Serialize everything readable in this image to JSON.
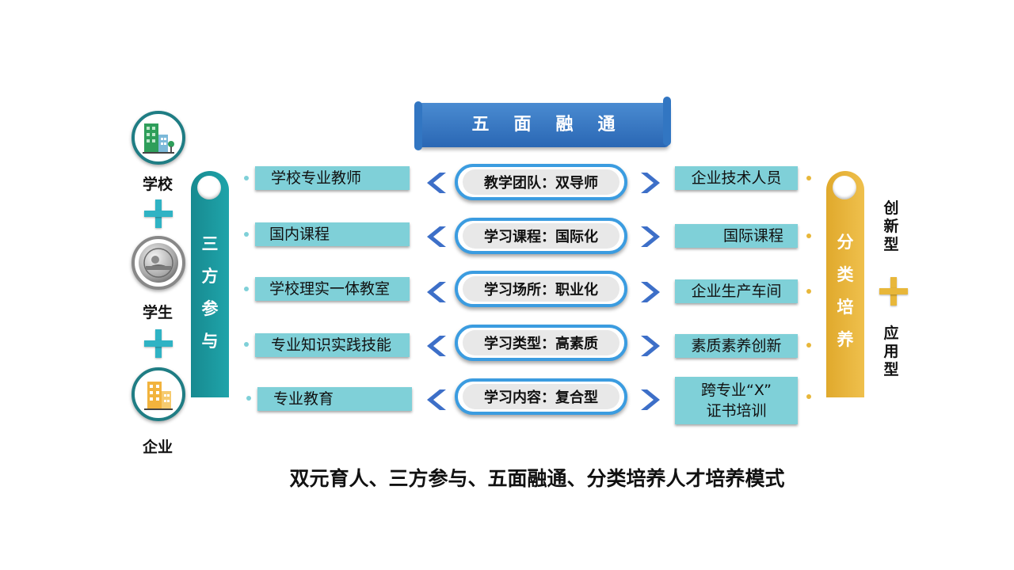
{
  "banner": "五面融通",
  "entities": {
    "school": "学校",
    "student": "学生",
    "enterprise": "企业"
  },
  "left_pillar": [
    "三",
    "方",
    "参",
    "与"
  ],
  "right_pillar": [
    "分",
    "类",
    "培",
    "养"
  ],
  "right_words": {
    "top": [
      "创",
      "新",
      "型"
    ],
    "bottom": [
      "应",
      "用",
      "型"
    ]
  },
  "rows": [
    {
      "left": "学校专业教师",
      "center": "教学团队：双导师",
      "right": "企业技术人员"
    },
    {
      "left": "国内课程",
      "center": "学习课程：国际化",
      "right": "国际课程"
    },
    {
      "left": "学校理实一体教室",
      "center": "学习场所：职业化",
      "right": "企业生产车间"
    },
    {
      "left": "专业知识实践技能",
      "center": "学习类型：高素质",
      "right": "素质素养创新"
    },
    {
      "left": "专业教育",
      "center": "学习内容：复合型",
      "right_lines": [
        "跨专业“X”",
        "证书培训"
      ]
    }
  ],
  "caption": "双元育人、三方参与、五面融通、分类培养人才培养模式",
  "colors": {
    "teal_dark": "#1f9aa0",
    "teal_light": "#7fd0d8",
    "gold": "#e8b73a",
    "blue": "#2a67b4",
    "pill_border": "#3b9ce0"
  },
  "icons": [
    "school-building-icon",
    "student-emblem-icon",
    "enterprise-building-icon",
    "plus-icon"
  ]
}
